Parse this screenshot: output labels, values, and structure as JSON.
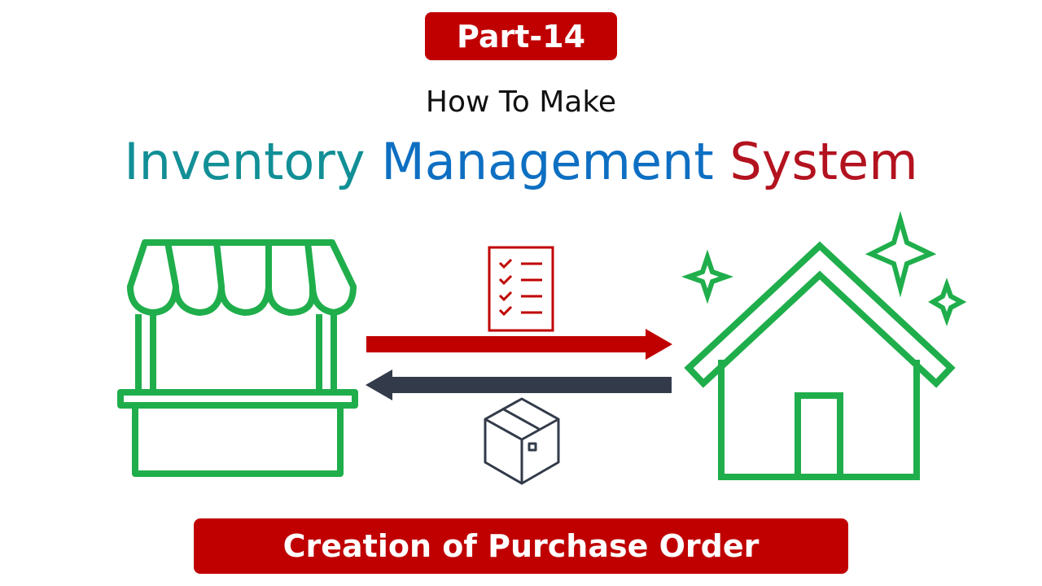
{
  "badge": {
    "text": "Part-14"
  },
  "heading": {
    "subtitle": "How To Make",
    "title_part1": "Inventory",
    "title_part2": "Management",
    "title_part3": "System"
  },
  "banner": {
    "text": "Creation of Purchase Order"
  },
  "colors": {
    "accent_red": "#c00000",
    "icon_green": "#1fae4b",
    "arrow_red": "#c00000",
    "arrow_dark": "#333b4a",
    "title_teal": "#128f96",
    "title_blue": "#0e6fc2",
    "title_red": "#b3121f"
  },
  "icons": {
    "left": "store-stall-icon",
    "right": "house-icon",
    "document": "checklist-document-icon",
    "box": "package-box-icon"
  }
}
